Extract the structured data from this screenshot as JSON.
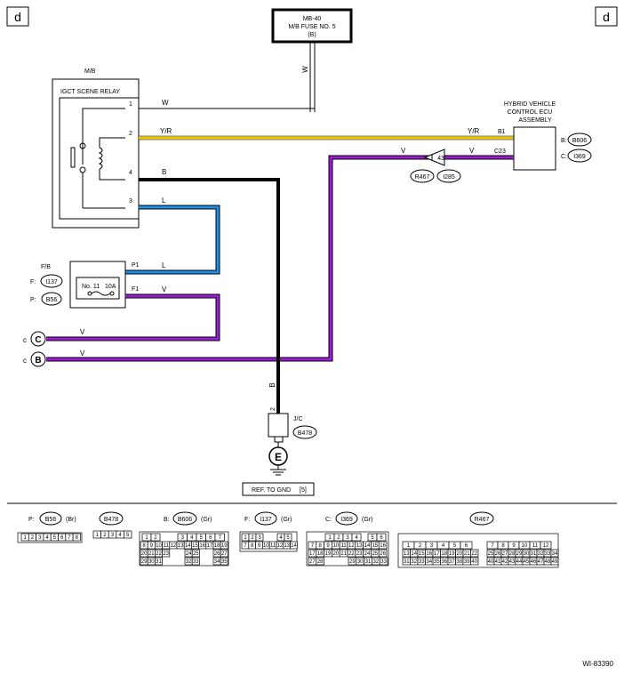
{
  "corner_labels": {
    "left": "d",
    "right": "d"
  },
  "fuse_box": {
    "line1": "MB-40",
    "line2": "M/B FUSE NO. 5",
    "line3": "(B)"
  },
  "mb": {
    "label": "M/B",
    "relay_name": "IGCT SCENE RELAY",
    "pins": [
      "1",
      "2",
      "4",
      "3"
    ]
  },
  "ecu": {
    "line1": "HYBRID VEHICLE",
    "line2": "CONTROL ECU",
    "line3": "ASSEMBLY",
    "conn1_prefix": "B:",
    "conn1": "B606",
    "conn2_prefix": "C:",
    "conn2": "I369",
    "pin_b1": "B1",
    "pin_c23": "C23"
  },
  "wires": {
    "w_vertical": "W",
    "w": "W",
    "yr_left": "Y/R",
    "yr_right": "Y/R",
    "b": "B",
    "l_relay": "L",
    "v_left": "V",
    "v_right": "V",
    "l_fb": "L",
    "v_fb": "V",
    "v_c": "V",
    "v_b": "V",
    "b_vertical": "B",
    "pin2": "2"
  },
  "joint": {
    "number": "43",
    "conn1": "R467",
    "conn2": "I285"
  },
  "fb": {
    "label": "F/B",
    "f_prefix": "F:",
    "f_conn": "I137",
    "p_prefix": "P:",
    "p_conn": "B56",
    "fuse_no": "No. 11",
    "fuse_amp": "10A",
    "pin_p1": "P1",
    "pin_f1": "F1"
  },
  "offpage": {
    "c_letter": "c",
    "c_symbol": "C",
    "b_letter": "c",
    "b_symbol": "B"
  },
  "jc": {
    "label": "J/C",
    "conn": "B478",
    "ground": "E",
    "ref": "REF. TO GND",
    "ref_page": "[5]"
  },
  "connector_views": [
    {
      "prefix": "P:",
      "code": "B56",
      "color": "(Br)"
    },
    {
      "prefix": "",
      "code": "B478",
      "color": ""
    },
    {
      "prefix": "B:",
      "code": "B606",
      "color": "(Gr)"
    },
    {
      "prefix": "F:",
      "code": "I137",
      "color": "(Gr)"
    },
    {
      "prefix": "C:",
      "code": "I369",
      "color": "(Gr)"
    },
    {
      "prefix": "",
      "code": "R467",
      "color": ""
    }
  ],
  "colors": {
    "yellow": "#f2c500",
    "black": "#000000",
    "blue": "#1e90e8",
    "purple": "#9b1fd6"
  },
  "figure_id": "WI-83390"
}
